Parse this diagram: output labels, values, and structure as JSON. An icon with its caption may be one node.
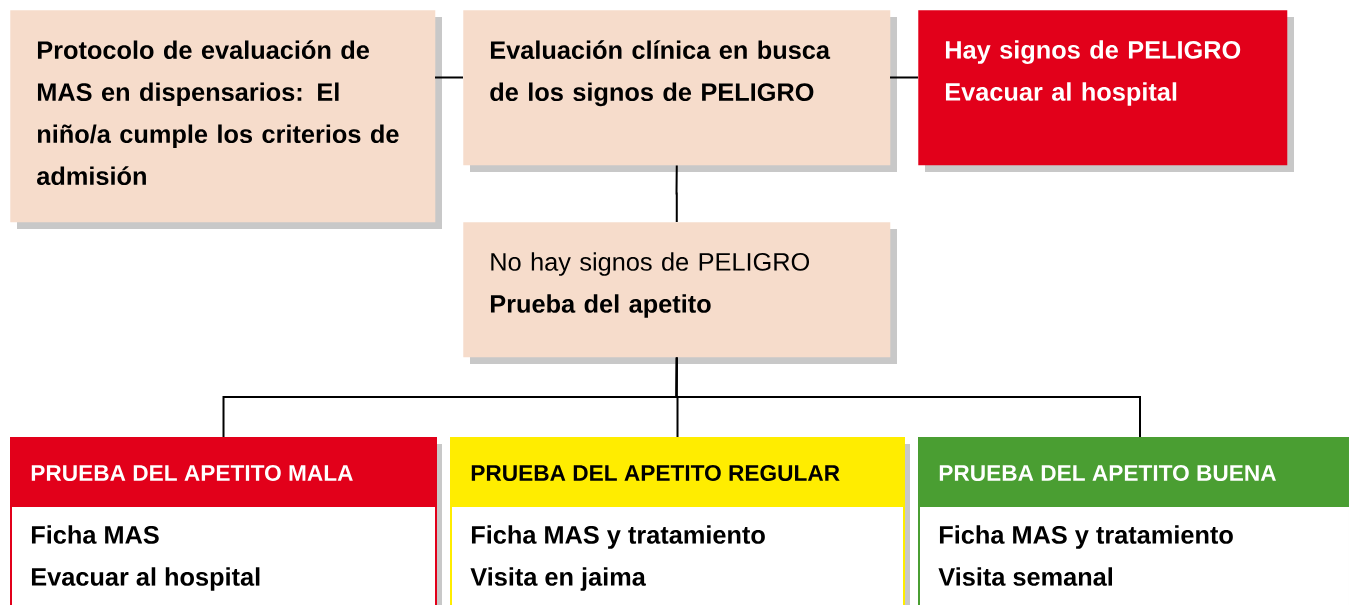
{
  "diagram": {
    "nodes": [
      {
        "text": [
          "Protocolo de evaluación de MAS en dispensarios: El niño/a cumple los criterios de admisión"
        ]
      },
      {
        "text": [
          "Evaluación clínica en busca de los signos de PELIGRO"
        ]
      },
      {
        "text": [
          "Hay signos de PELIGRO",
          "Evacuar al hospital"
        ]
      },
      {
        "text": [
          "No hay signos de PELIGRO",
          "Prueba del apetito"
        ]
      },
      {
        "text": [
          "PRUEBA DEL APETITO MALA",
          "Ficha MAS",
          "Evacuar al hospital"
        ]
      },
      {
        "text": [
          "PRUEBA DEL APETITO REGULAR",
          "Ficha MAS y tratamiento",
          "Visita en jaima"
        ]
      },
      {
        "text": [
          "PRUEBA DEL APETITO BUENA",
          "Ficha MAS y tratamiento",
          "Visita semanal"
        ]
      }
    ],
    "edges": [
      {
        "from": 0,
        "to": 1,
        "arrow": "none"
      },
      {
        "from": 1,
        "to": 2,
        "arrow": "none"
      },
      {
        "from": 1,
        "to": 3,
        "arrow": "none"
      },
      {
        "from": 3,
        "to": 4,
        "arrow": "none"
      },
      {
        "from": 3,
        "to": 5,
        "arrow": "none"
      },
      {
        "from": 3,
        "to": 6,
        "arrow": "none"
      }
    ]
  }
}
